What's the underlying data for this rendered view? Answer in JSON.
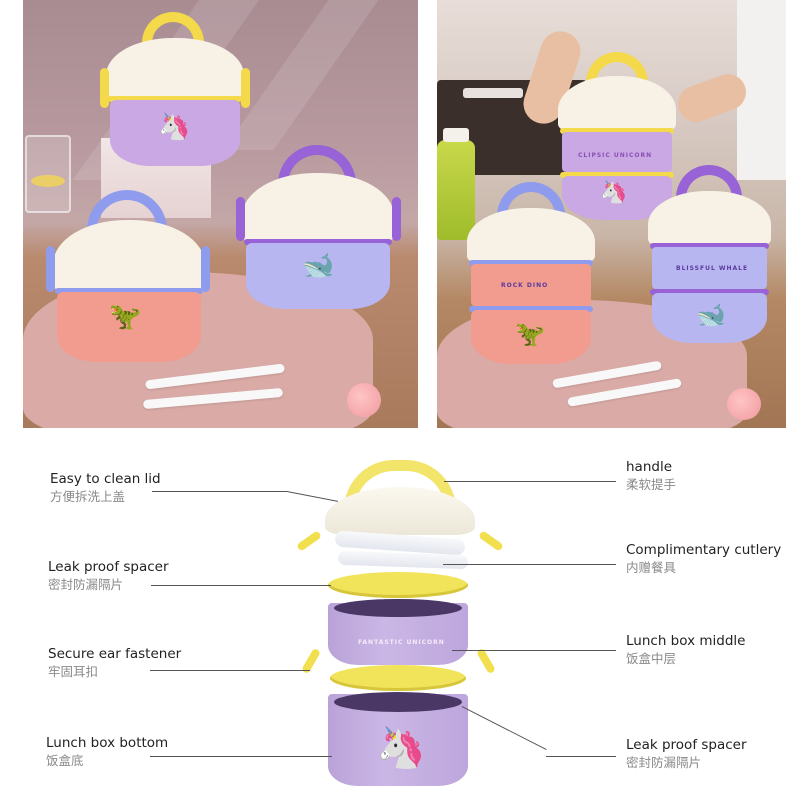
{
  "photos": {
    "left": {
      "scene": "three single-tier kids lunch boxes on pastel mat",
      "boxes": [
        {
          "name": "unicorn",
          "handle_color": "#f4d94a",
          "body_color": "#c9a8e3",
          "motif": "🦄"
        },
        {
          "name": "dinosaur",
          "handle_color": "#8f9bec",
          "body_color": "#f29b8f",
          "motif": "🦖"
        },
        {
          "name": "whale",
          "handle_color": "#9763d6",
          "body_color": "#b7b6f1",
          "motif": "🐋"
        }
      ],
      "props": [
        "glass-of-lemon-water",
        "fork",
        "spoon",
        "toy-pig"
      ]
    },
    "right": {
      "scene": "hands lifting two-tier lunch boxes in kitchen",
      "boxes": [
        {
          "name": "unicorn",
          "handle_color": "#f4d94a",
          "body_color": "#c9a8e3",
          "label": "CLIPSIC UNICORN",
          "motif": "🦄"
        },
        {
          "name": "dinosaur",
          "handle_color": "#8f9bec",
          "body_color": "#f29b8f",
          "label": "ROCK DINO",
          "motif": "🦖"
        },
        {
          "name": "whale",
          "handle_color": "#9763d6",
          "body_color": "#b7b6f1",
          "label": "BLISSFUL WHALE",
          "motif": "🐋"
        }
      ],
      "props": [
        "green-juice-bottle",
        "toaster-oven",
        "fork",
        "spoon",
        "toy-pig"
      ]
    }
  },
  "diagram": {
    "product_band_label": "FANTASTIC UNICORN",
    "unicorn_motif": "🦄",
    "callouts_left": [
      {
        "en": "Easy to clean lid",
        "zh": "方便拆洗上盖"
      },
      {
        "en": "Leak proof spacer",
        "zh": "密封防漏隔片"
      },
      {
        "en": "Secure ear fastener",
        "zh": "牢固耳扣"
      },
      {
        "en": "Lunch box bottom",
        "zh": "饭盒底"
      }
    ],
    "callouts_right": [
      {
        "en": "handle",
        "zh": "柔软提手"
      },
      {
        "en": "Complimentary cutlery",
        "zh": "内赠餐具"
      },
      {
        "en": "Lunch box middle",
        "zh": "饭盒中层"
      },
      {
        "en": "Leak proof spacer",
        "zh": "密封防漏隔片"
      }
    ]
  },
  "colors": {
    "lid_cream": "#f7f1e6",
    "accent_yellow": "#f1e45a",
    "body_lavender": "#c4afe2",
    "text_dark": "#222222",
    "text_gray": "#8a8a8a",
    "leader_line": "#555555"
  }
}
